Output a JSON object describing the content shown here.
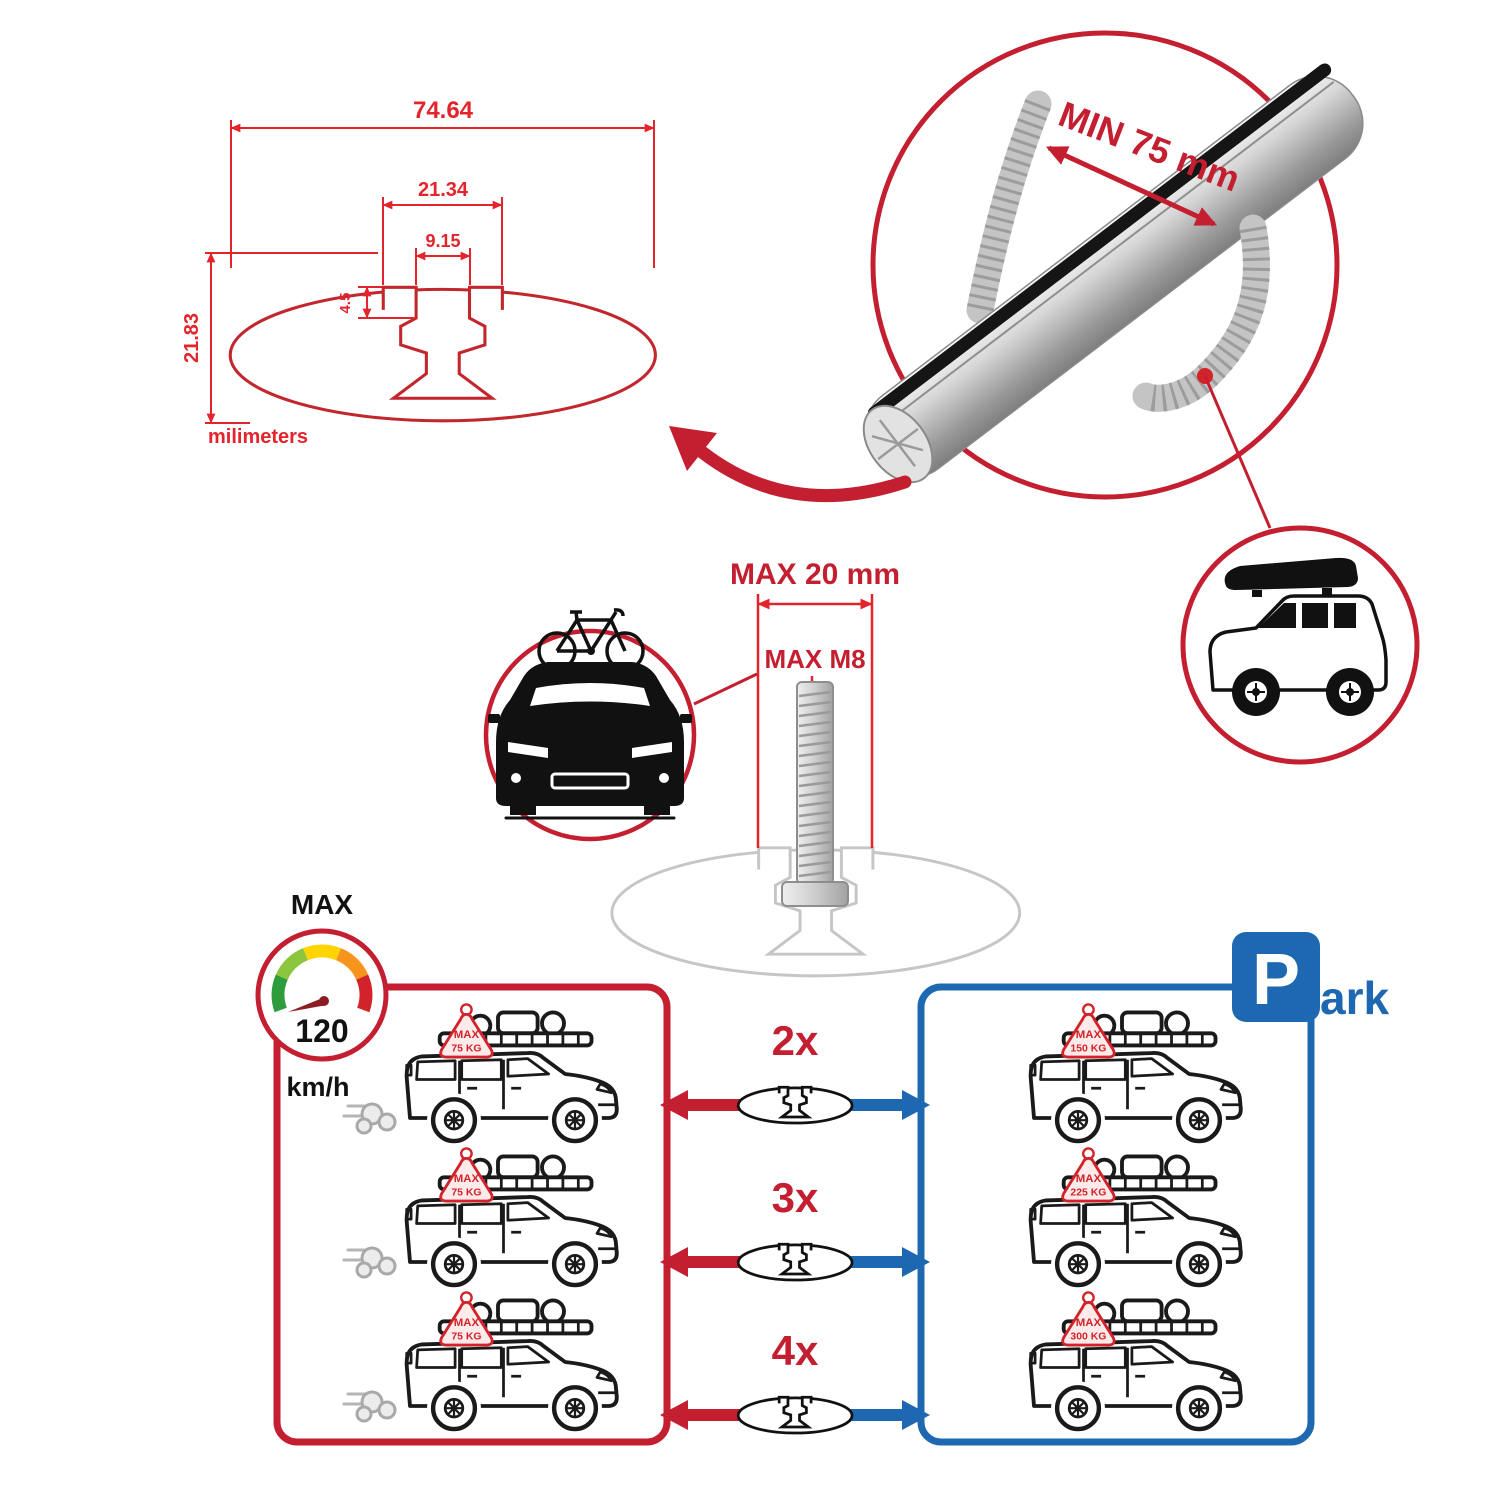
{
  "colors": {
    "red": "#c41f30",
    "dim_red": "#e3242b",
    "blue": "#1e68b2",
    "gray": "#c9c9c9"
  },
  "dimension_diagram": {
    "width_total": "74.64",
    "width_lip": "21.34",
    "width_slot": "9.15",
    "lip_depth": "4.5",
    "height_total": "21.83",
    "units_label": "milimeters"
  },
  "bar_detail": {
    "min_span_label": "MIN 75 mm"
  },
  "bolt_detail": {
    "max_width_label": "MAX 20 mm",
    "max_thread_label": "MAX M8"
  },
  "speed_limit": {
    "title": "MAX",
    "value": "120",
    "units": "km/h"
  },
  "park_sign": {
    "p": "P",
    "suffix": "ark"
  },
  "badges": {
    "max": "MAX",
    "speed_cars": [
      "75 KG",
      "75 KG",
      "75 KG"
    ],
    "park_cars": [
      "150 KG",
      "225 KG",
      "300 KG"
    ]
  },
  "multipliers": [
    "2x",
    "3x",
    "4x"
  ]
}
